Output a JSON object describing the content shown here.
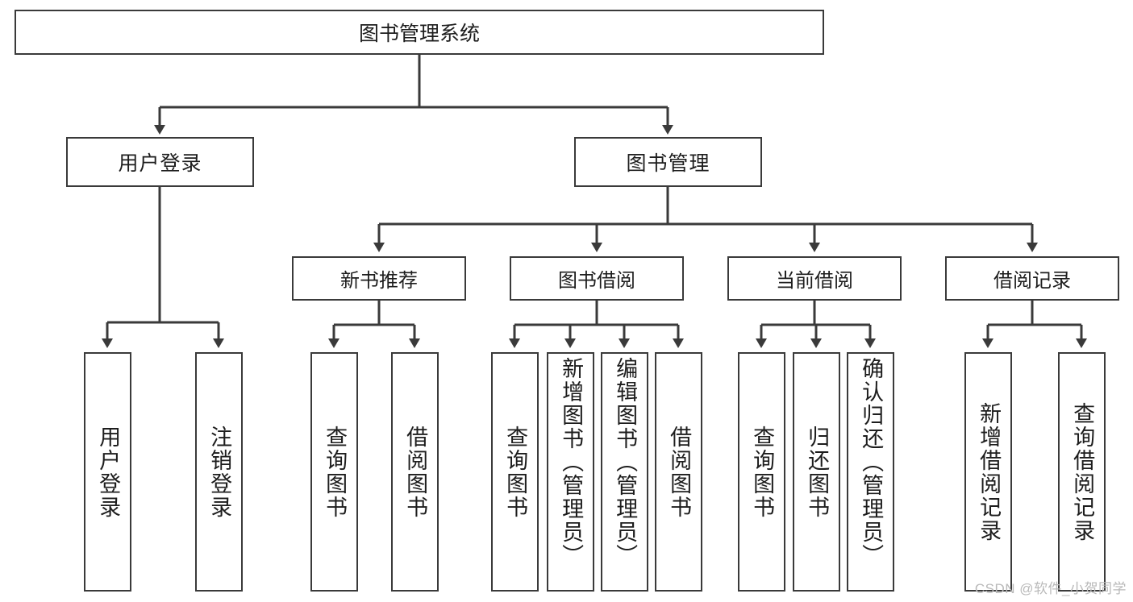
{
  "diagram": {
    "title": "图书管理系统",
    "watermark": "CSDN @软件_小贺同学",
    "line_color": "#3a3a3a",
    "box_border_color": "#3a3a3a",
    "box_fill": "#ffffff",
    "text_color": "#1d1d1d",
    "root": {
      "label": "图书管理系统"
    },
    "level2": [
      {
        "label": "用户登录"
      },
      {
        "label": "图书管理"
      }
    ],
    "level3": [
      {
        "label": "新书推荐"
      },
      {
        "label": "图书借阅"
      },
      {
        "label": "当前借阅"
      },
      {
        "label": "借阅记录"
      }
    ],
    "leaves": {
      "user_login": [
        {
          "label": "用户登录",
          "align": "center"
        },
        {
          "label": "注销登录",
          "align": "center"
        }
      ],
      "new_book": [
        {
          "label": "查询图书",
          "align": "center"
        },
        {
          "label": "借阅图书",
          "align": "center"
        }
      ],
      "borrow_book": [
        {
          "label": "查询图书",
          "align": "center"
        },
        {
          "label": "新增图书（管理员）",
          "align": "top"
        },
        {
          "label": "编辑图书（管理员）",
          "align": "top"
        },
        {
          "label": "借阅图书",
          "align": "center"
        }
      ],
      "current_borrow": [
        {
          "label": "查询图书",
          "align": "center"
        },
        {
          "label": "归还图书",
          "align": "center"
        },
        {
          "label": "确认归还（管理员）",
          "align": "top"
        }
      ],
      "borrow_record": [
        {
          "label": "新增借阅记录",
          "align": "center"
        },
        {
          "label": "查询借阅记录",
          "align": "center"
        }
      ]
    }
  }
}
